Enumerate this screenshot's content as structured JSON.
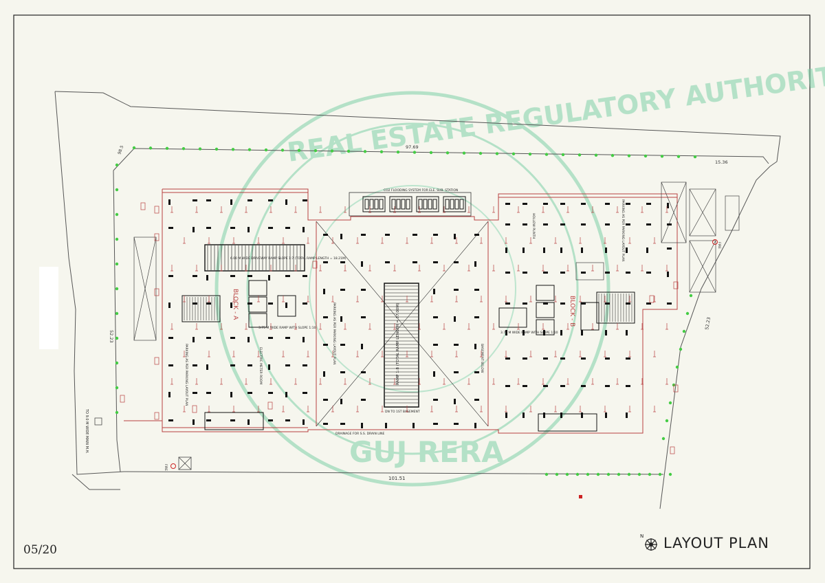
{
  "page_number": "05/20",
  "sheet_title": "LAYOUT PLAN",
  "north_label": "N",
  "watermark": {
    "top_text": "REAL ESTATE REGULATORY AUTHORITY",
    "bottom_text": "GUJ RERA",
    "color": "#7fcfa8"
  },
  "dimensions": {
    "top": "97.69",
    "bottom": "101.51",
    "left": "52.23",
    "right": "52.23",
    "top_right": "15.36",
    "top_left": "98.5"
  },
  "blocks": {
    "a": "BLOCK - A",
    "b": "BLOCK - B"
  },
  "labels": {
    "co2": "CO2 FLOODING SYSTEM FOR ELE. SUB. STATION",
    "ramp_left": "6.00 M WIDE DRIVEWAY RAMP SLOPE 1:7 (TOTAL RAMP LENGTH = 18.21M)",
    "ramp_center": "RAMP 1:8 (TOTAL RAMP LENGTH = 37.00M)",
    "to_first_basement": "DN TO 1ST BASEMENT",
    "main_road": "TO 9.0 M WIDE MAIN M.H.",
    "drainage": "DRAINAGE FOR S.S. DRAIN LINE",
    "fire": "FIRE",
    "electric_room": "ELECTRIC METER ROOM",
    "parking_left": "PARKING AS PER PARKING LAYOUT PLAN",
    "parking_center": "PARKING AS PER PARKING LAYOUT PLAN",
    "parking_right": "PARKING AS PER PARKING LAYOUT PLAN",
    "hollow_plinth": "HOLLOW PLINTH",
    "ramp_block_a": "3.75 M WIDE RAMP WITH SLOPE 1:10",
    "ramp_block_b": "3.75 M WIDE RAMP WITH SLOPE 1:10",
    "basement_below": "BASEMENT BELOW"
  },
  "colors": {
    "plan_line": "#b84040",
    "structure": "#111111",
    "tree": "#44cc44",
    "boundary": "#555555"
  }
}
